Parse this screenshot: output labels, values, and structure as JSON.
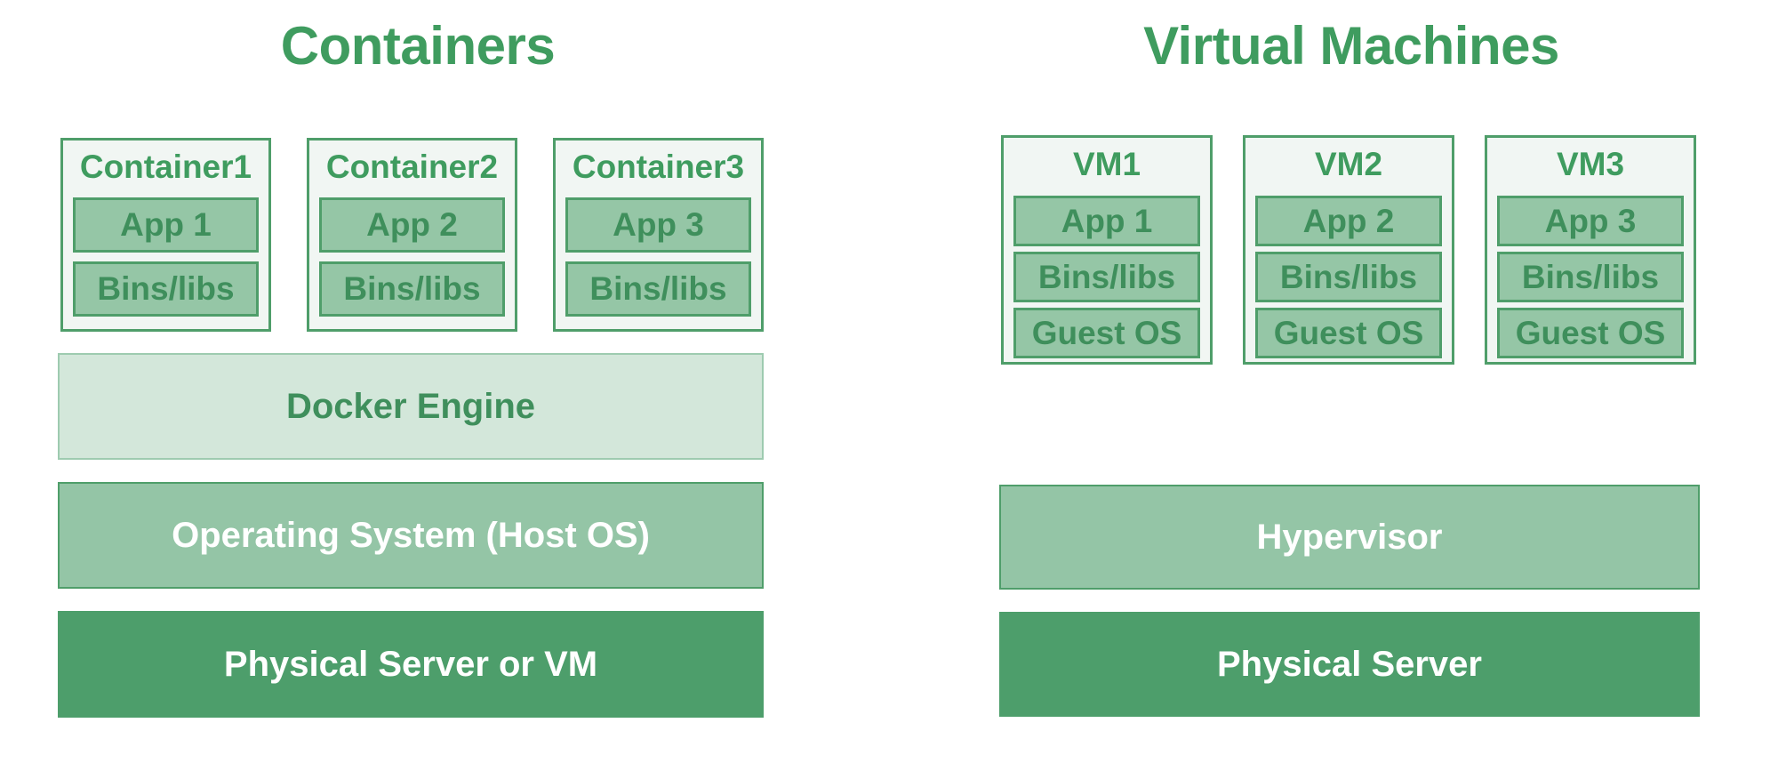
{
  "diagram": {
    "title_left": "Containers",
    "title_right": "Virtual Machines",
    "colors": {
      "title_green": "#3f9c5f",
      "shell_fill": "#f1f6f3",
      "shell_border": "#4f9e6a",
      "block_fill": "#95c6a6",
      "bar_light_fill": "#d3e7da",
      "bar_mid_fill": "#94c5a6",
      "bar_dark_fill": "#4d9e6b",
      "text_green": "#3f8f5c",
      "text_white": "#ffffff",
      "background": "#ffffff"
    }
  },
  "containers": {
    "stacks": [
      {
        "label": "Container1",
        "layers": [
          "App 1",
          "Bins/libs"
        ]
      },
      {
        "label": "Container2",
        "layers": [
          "App 2",
          "Bins/libs"
        ]
      },
      {
        "label": "Container3",
        "layers": [
          "App 3",
          "Bins/libs"
        ]
      }
    ],
    "bars": [
      {
        "label": "Docker Engine",
        "style": "light"
      },
      {
        "label": "Operating System (Host OS)",
        "style": "mid"
      },
      {
        "label": "Physical Server or VM",
        "style": "dark"
      }
    ]
  },
  "virtual_machines": {
    "stacks": [
      {
        "label": "VM1",
        "layers": [
          "App 1",
          "Bins/libs",
          "Guest OS"
        ]
      },
      {
        "label": "VM2",
        "layers": [
          "App 2",
          "Bins/libs",
          "Guest OS"
        ]
      },
      {
        "label": "VM3",
        "layers": [
          "App 3",
          "Bins/libs",
          "Guest OS"
        ]
      }
    ],
    "bars": [
      {
        "label": "Hypervisor",
        "style": "mid"
      },
      {
        "label": "Physical Server",
        "style": "dark"
      }
    ]
  }
}
